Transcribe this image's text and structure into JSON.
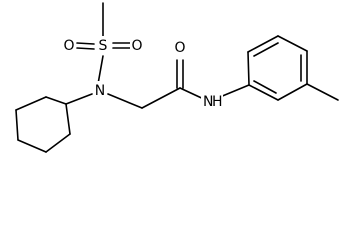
{
  "molecule": {
    "atoms": {
      "o_sulfonyl_left": "O",
      "sulfur": "S",
      "o_sulfonyl_right": "O",
      "amine_nitrogen": "N",
      "carbonyl_oxygen": "O",
      "amide_nitrogen": "N",
      "amide_hydrogen": "H"
    }
  }
}
